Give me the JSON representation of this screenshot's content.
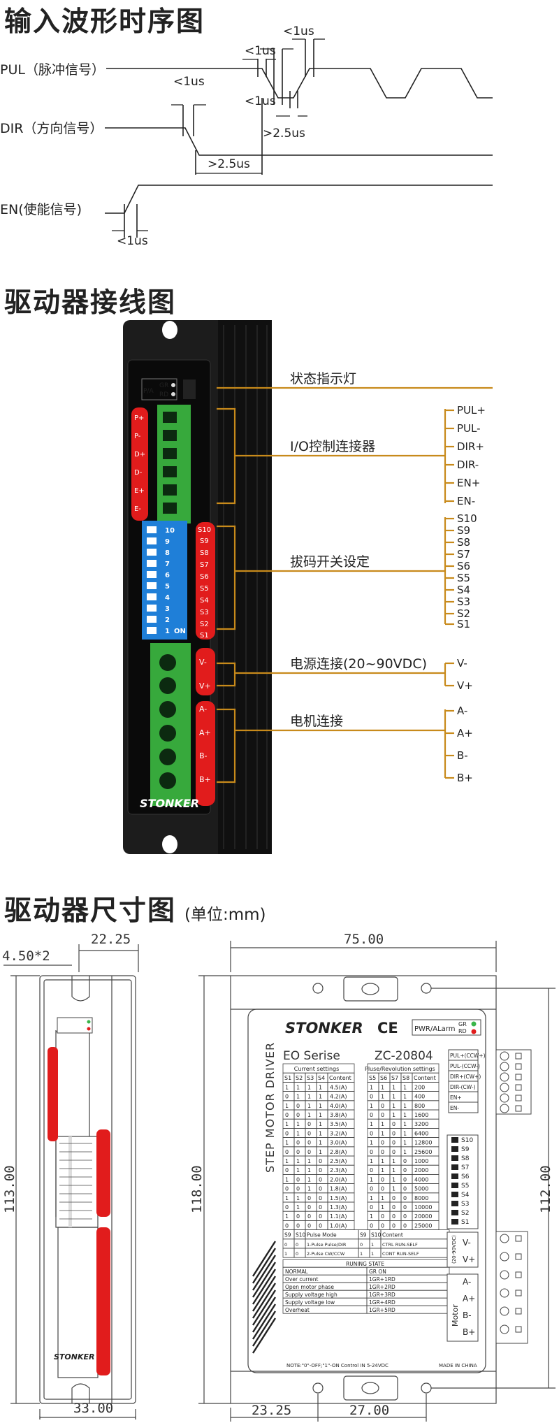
{
  "timing": {
    "title": "输入波形时序图",
    "signals": [
      "PUL（脉冲信号）",
      "DIR（方向信号）",
      "EN(使能信号)"
    ],
    "annotations": [
      "<1us",
      "<1us",
      "<1us",
      ">2.5us",
      "<1us",
      ">2.5us",
      "<1us"
    ]
  },
  "wiring": {
    "title": "驱动器接线图",
    "callouts": [
      "状态指示灯",
      "I/O控制连接器",
      "拔码开关设定",
      "电源连接(20~90VDC)",
      "电机连接"
    ],
    "io_pins": [
      "PUL+",
      "PUL-",
      "DIR+",
      "DIR-",
      "EN+",
      "EN-"
    ],
    "io_left_labels": [
      "P+",
      "P-",
      "D+",
      "D-",
      "E+",
      "E-"
    ],
    "dip_pins": [
      "S10",
      "S9",
      "S8",
      "S7",
      "S6",
      "S5",
      "S4",
      "S3",
      "S2",
      "S1"
    ],
    "dip_numbers": [
      "10",
      "9",
      "8",
      "7",
      "6",
      "5",
      "4",
      "3",
      "2",
      "1"
    ],
    "dip_on": "ON",
    "power_pins": [
      "V-",
      "V+"
    ],
    "motor_pins": [
      "A-",
      "A+",
      "B-",
      "B+"
    ],
    "brand": "STONKER",
    "led_labels": [
      "GR",
      "RD"
    ],
    "pa_label": "P/A"
  },
  "dimensions": {
    "title": "驱动器尺寸图",
    "unit": "(单位:mm)",
    "left_view": {
      "top_width": "22.25",
      "hole": "4.50*2",
      "height": "113.00",
      "bottom_width": "33.00"
    },
    "right_view": {
      "top_width": "75.00",
      "height_left": "118.00",
      "height_right": "112.00",
      "bottom_a": "23.25",
      "bottom_b": "27.00"
    }
  },
  "label_plate": {
    "brand": "STONKER",
    "ce": "CE",
    "pwr_alarm": "PWR/ALarm",
    "gr": "GR",
    "rd": "RD",
    "vertical_title": "STEP MOTOR DRIVER",
    "series": "EO Serise",
    "model": "ZC-20804",
    "current_header": "Current settings",
    "current_cols": [
      "S1",
      "S2",
      "S3",
      "S4",
      "Content"
    ],
    "current_rows": [
      [
        "1",
        "1",
        "1",
        "1",
        "4.5(A)"
      ],
      [
        "0",
        "1",
        "1",
        "1",
        "4.2(A)"
      ],
      [
        "1",
        "0",
        "1",
        "1",
        "4.0(A)"
      ],
      [
        "0",
        "0",
        "1",
        "1",
        "3.8(A)"
      ],
      [
        "1",
        "1",
        "0",
        "1",
        "3.5(A)"
      ],
      [
        "0",
        "1",
        "0",
        "1",
        "3.2(A)"
      ],
      [
        "1",
        "0",
        "0",
        "1",
        "3.0(A)"
      ],
      [
        "0",
        "0",
        "0",
        "1",
        "2.8(A)"
      ],
      [
        "1",
        "1",
        "1",
        "0",
        "2.5(A)"
      ],
      [
        "0",
        "1",
        "1",
        "0",
        "2.3(A)"
      ],
      [
        "1",
        "0",
        "1",
        "0",
        "2.0(A)"
      ],
      [
        "0",
        "0",
        "1",
        "0",
        "1.8(A)"
      ],
      [
        "1",
        "1",
        "0",
        "0",
        "1.5(A)"
      ],
      [
        "0",
        "1",
        "0",
        "0",
        "1.3(A)"
      ],
      [
        "1",
        "0",
        "0",
        "0",
        "1.1(A)"
      ],
      [
        "0",
        "0",
        "0",
        "0",
        "1.0(A)"
      ]
    ],
    "pulse_header": "Pluse/Revolution settings",
    "pulse_cols": [
      "S5",
      "S6",
      "S7",
      "S8",
      "Content"
    ],
    "pulse_rows": [
      [
        "1",
        "1",
        "1",
        "1",
        "200"
      ],
      [
        "0",
        "1",
        "1",
        "1",
        "400"
      ],
      [
        "1",
        "0",
        "1",
        "1",
        "800"
      ],
      [
        "0",
        "0",
        "1",
        "1",
        "1600"
      ],
      [
        "1",
        "1",
        "0",
        "1",
        "3200"
      ],
      [
        "0",
        "1",
        "0",
        "1",
        "6400"
      ],
      [
        "1",
        "0",
        "0",
        "1",
        "12800"
      ],
      [
        "0",
        "0",
        "0",
        "1",
        "25600"
      ],
      [
        "1",
        "1",
        "1",
        "0",
        "1000"
      ],
      [
        "0",
        "1",
        "1",
        "0",
        "2000"
      ],
      [
        "1",
        "0",
        "1",
        "0",
        "4000"
      ],
      [
        "0",
        "0",
        "1",
        "0",
        "5000"
      ],
      [
        "1",
        "1",
        "0",
        "0",
        "8000"
      ],
      [
        "0",
        "1",
        "0",
        "0",
        "10000"
      ],
      [
        "1",
        "0",
        "0",
        "0",
        "20000"
      ],
      [
        "0",
        "0",
        "0",
        "0",
        "25000"
      ]
    ],
    "mode_cols": [
      "S9",
      "S10",
      "Pulse Mode",
      "S9",
      "S10",
      "Content"
    ],
    "mode_rows": [
      [
        "0",
        "0",
        "1-Pulse  Pulse/DIR",
        "0",
        "1",
        "CTRL RUN-SELF"
      ],
      [
        "1",
        "0",
        "2-Pulse  CW/CCW",
        "1",
        "1",
        "CONT RUN-SELF"
      ]
    ],
    "running_header": "RUNING STATE",
    "running_rows": [
      [
        "NORMAL",
        "GR ON"
      ],
      [
        "Over current",
        "1GR+1RD"
      ],
      [
        "Open motor phase",
        "1GR+2RD"
      ],
      [
        "Supply voltage high",
        "1GR+3RD"
      ],
      [
        "Supply voltage low",
        "1GR+4RD"
      ],
      [
        "Overheat",
        "1GR+5RD"
      ]
    ],
    "note": "NOTE:\"0\"-OFF;\"1\"-ON  Control IN 5-24VDC",
    "made_in": "MADE IN CHINA",
    "io_terms": [
      "PUL+(CCW+)",
      "PUL-(CCW-)",
      "DIR+(CW+)",
      "DIR-(CW-)",
      "EN+",
      "EN-"
    ],
    "dip_terms": [
      "S10",
      "S9",
      "S8",
      "S7",
      "S6",
      "S5",
      "S4",
      "S3",
      "S2",
      "S1"
    ],
    "power_label": "(20-90VDC)",
    "power_terms": [
      "V-",
      "V+"
    ],
    "motor_label": "Motor",
    "motor_terms": [
      "A-",
      "A+",
      "B-",
      "B+"
    ]
  }
}
